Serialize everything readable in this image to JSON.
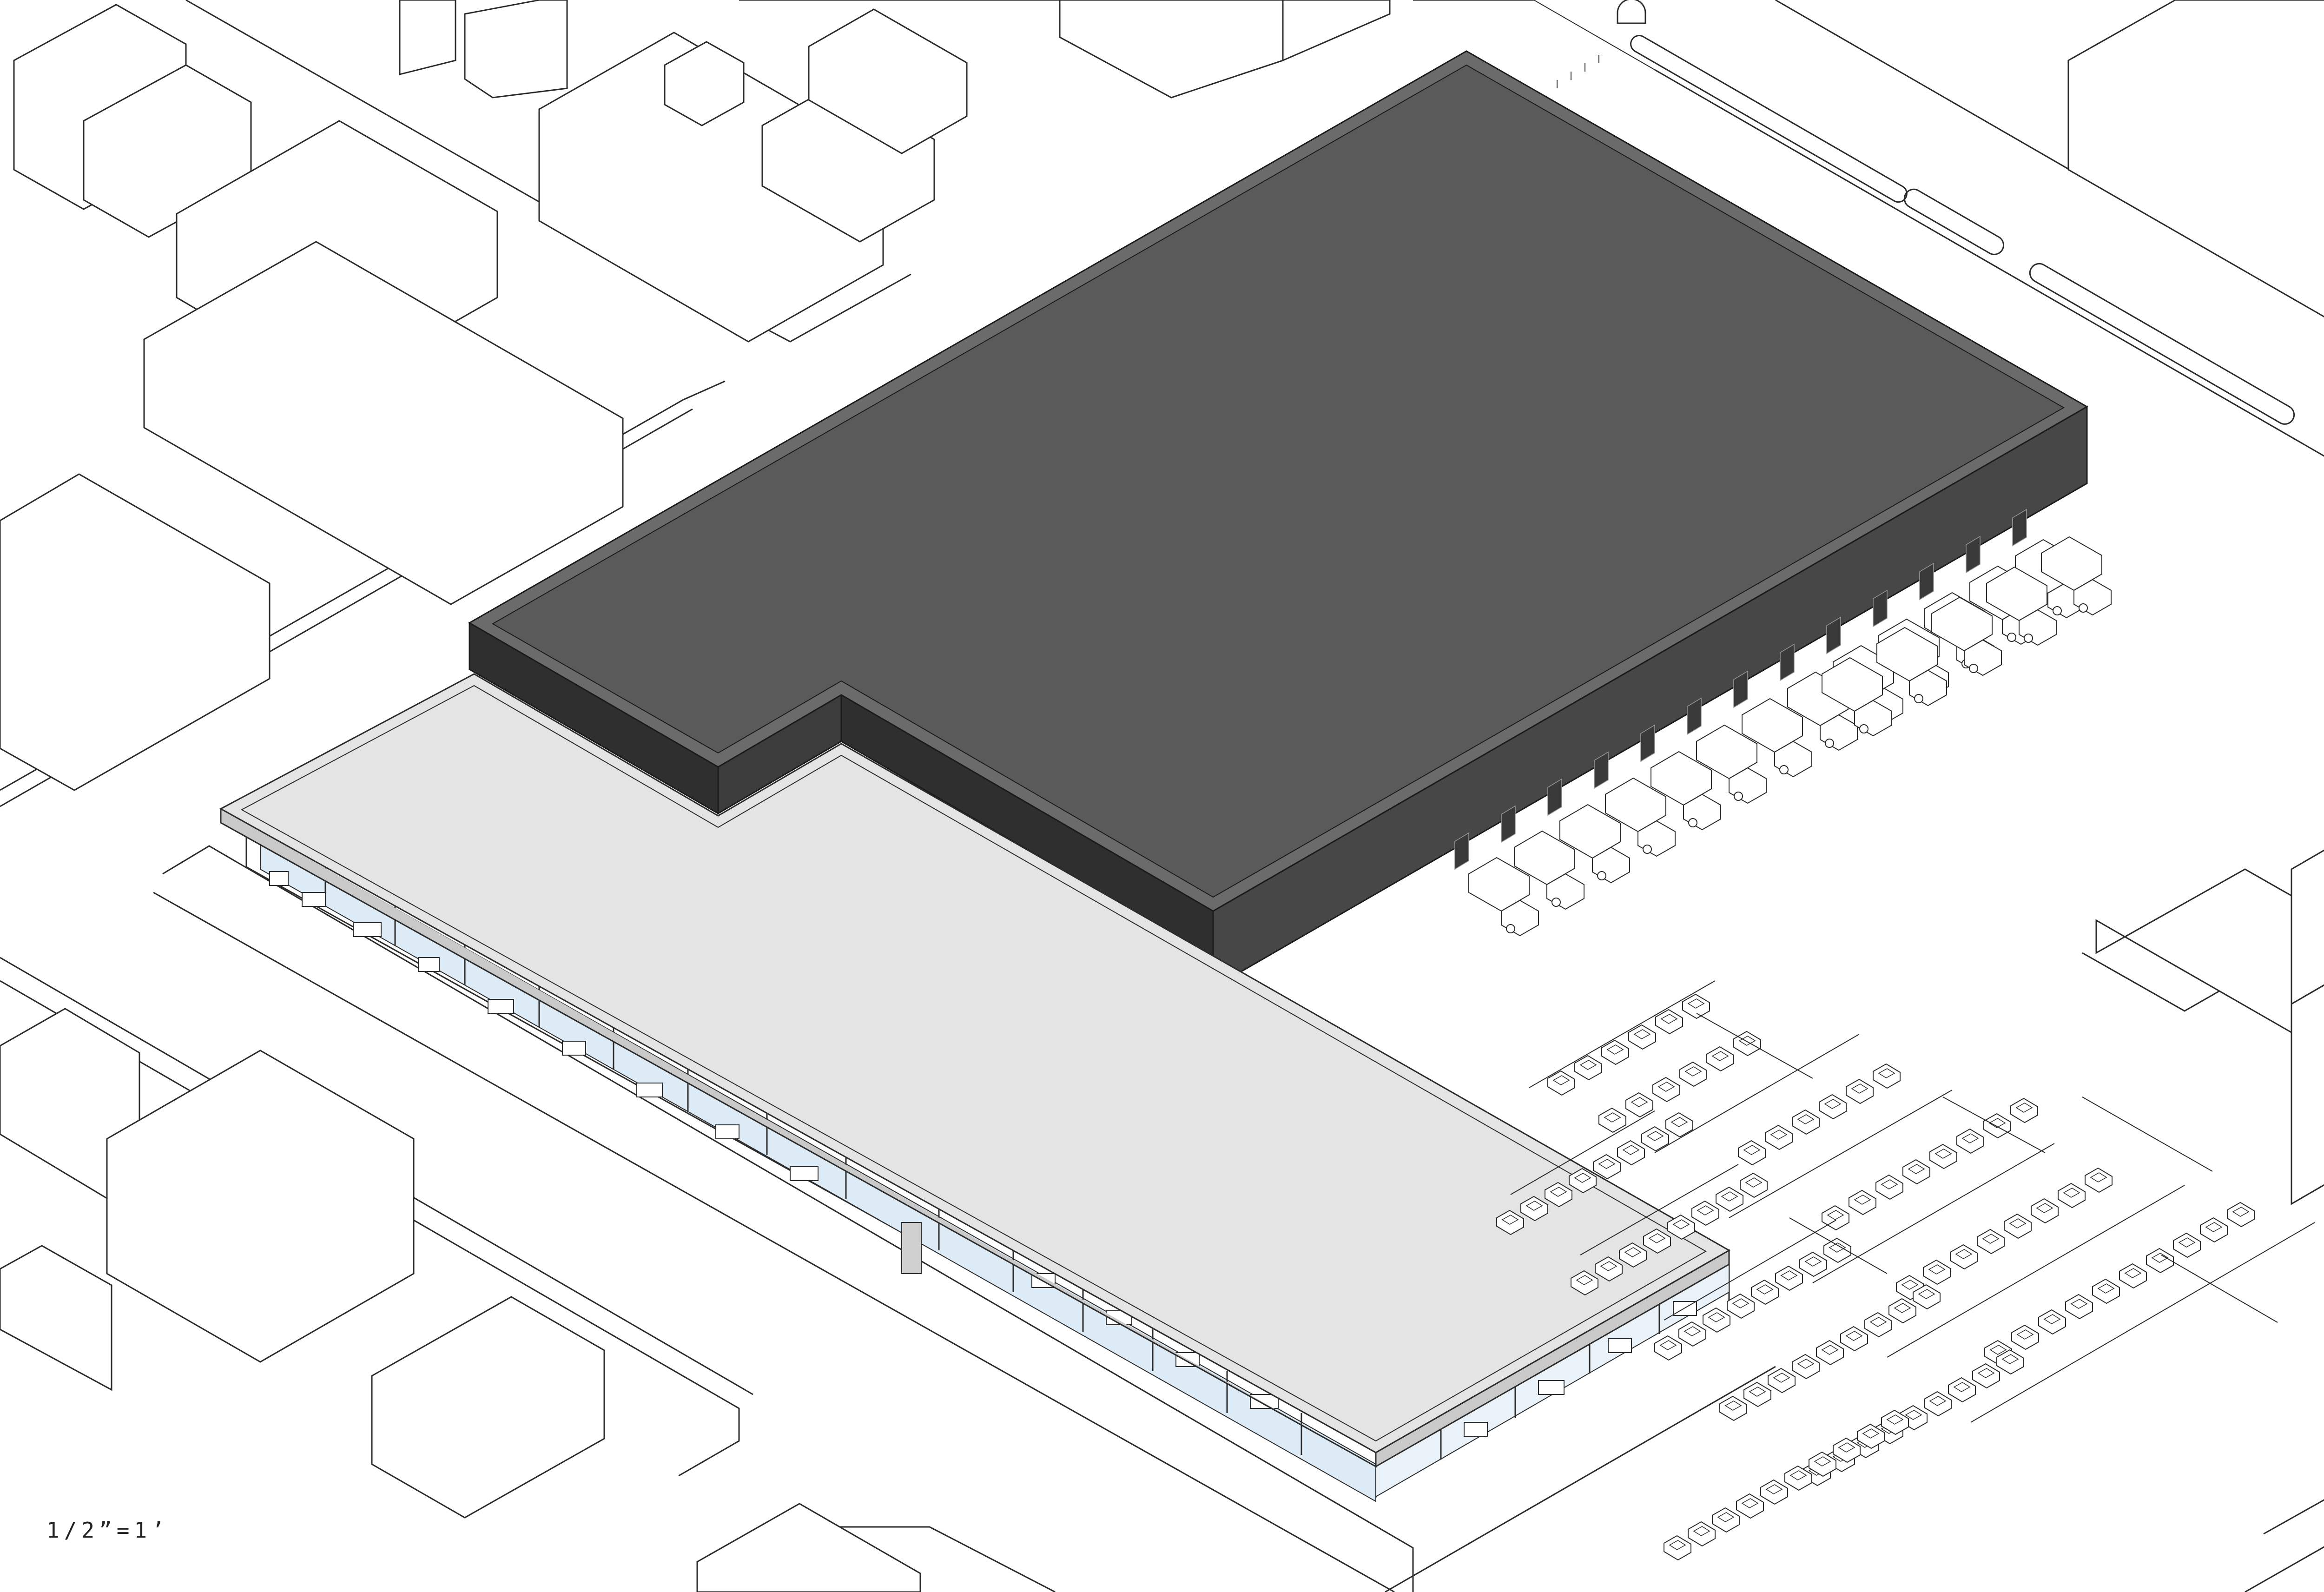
{
  "scale_label": "1/2”=1’",
  "colors": {
    "background": "#ffffff",
    "line": "#2b2b2b",
    "warehouse_roof": "#5a5a5a",
    "warehouse_wall_dark": "#3a3a3a",
    "warehouse_wall_mid": "#474747",
    "warehouse_parapet": "#6f6f6f",
    "retail_roof": "#e4e4e4",
    "retail_fascia": "#c9c9c9",
    "glass": "#dcebf5"
  },
  "vehicles": {
    "loading_dock_trucks": 18,
    "parked_cars": 96
  }
}
